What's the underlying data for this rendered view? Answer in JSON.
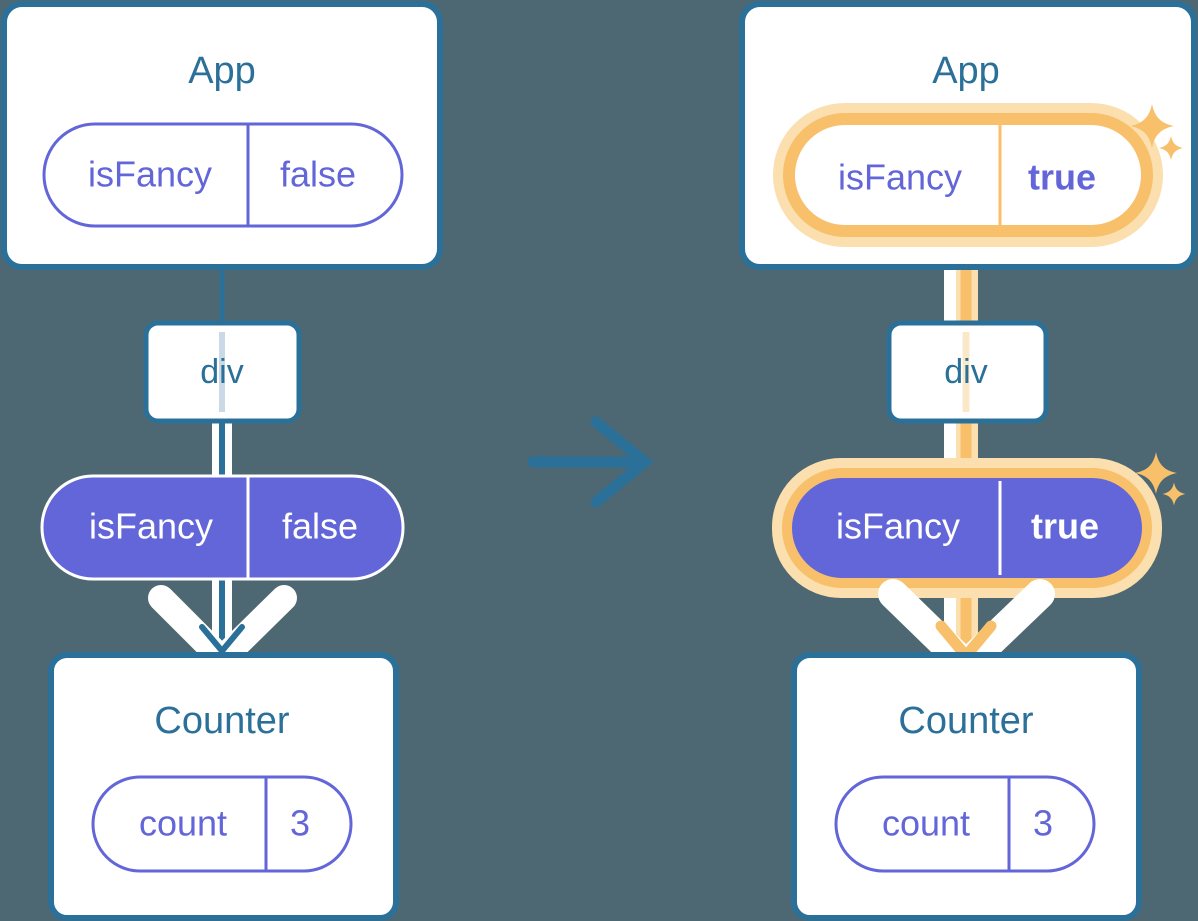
{
  "meta": {
    "title": "React state propagation diagram: isFancy false to true",
    "background_color": "#4d6872"
  },
  "colors": {
    "box_border_blue": "#2b7099",
    "label_blue": "#2b7099",
    "pill_purple": "#6366d8",
    "pill_outline_purple": "#6366d8",
    "highlight_orange": "#f8c06a",
    "highlight_orange_glow": "#fbdfae",
    "white": "#ffffff"
  },
  "transition_arrow": {
    "icon": "arrow-right-icon",
    "color": "#2b7099"
  },
  "before": {
    "app": {
      "title": "App",
      "state_pill": {
        "key": "isFancy",
        "value": "false",
        "style": "outline",
        "highlighted": false
      }
    },
    "div": {
      "label": "div"
    },
    "prop_pill": {
      "key": "isFancy",
      "value": "false",
      "style": "solid",
      "highlighted": false
    },
    "counter": {
      "title": "Counter",
      "state_pill": {
        "key": "count",
        "value": "3",
        "style": "outline",
        "highlighted": false
      }
    },
    "sparkles": []
  },
  "after": {
    "app": {
      "title": "App",
      "state_pill": {
        "key": "isFancy",
        "value": "true",
        "style": "outline",
        "highlighted": true
      }
    },
    "div": {
      "label": "div"
    },
    "prop_pill": {
      "key": "isFancy",
      "value": "true",
      "style": "solid",
      "highlighted": true
    },
    "counter": {
      "title": "Counter",
      "state_pill": {
        "key": "count",
        "value": "3",
        "style": "outline",
        "highlighted": false
      }
    },
    "sparkles": [
      {
        "name": "sparkle-large-app",
        "size": "large"
      },
      {
        "name": "sparkle-small-app",
        "size": "small"
      },
      {
        "name": "sparkle-large-prop",
        "size": "large"
      },
      {
        "name": "sparkle-small-prop",
        "size": "small"
      }
    ]
  }
}
